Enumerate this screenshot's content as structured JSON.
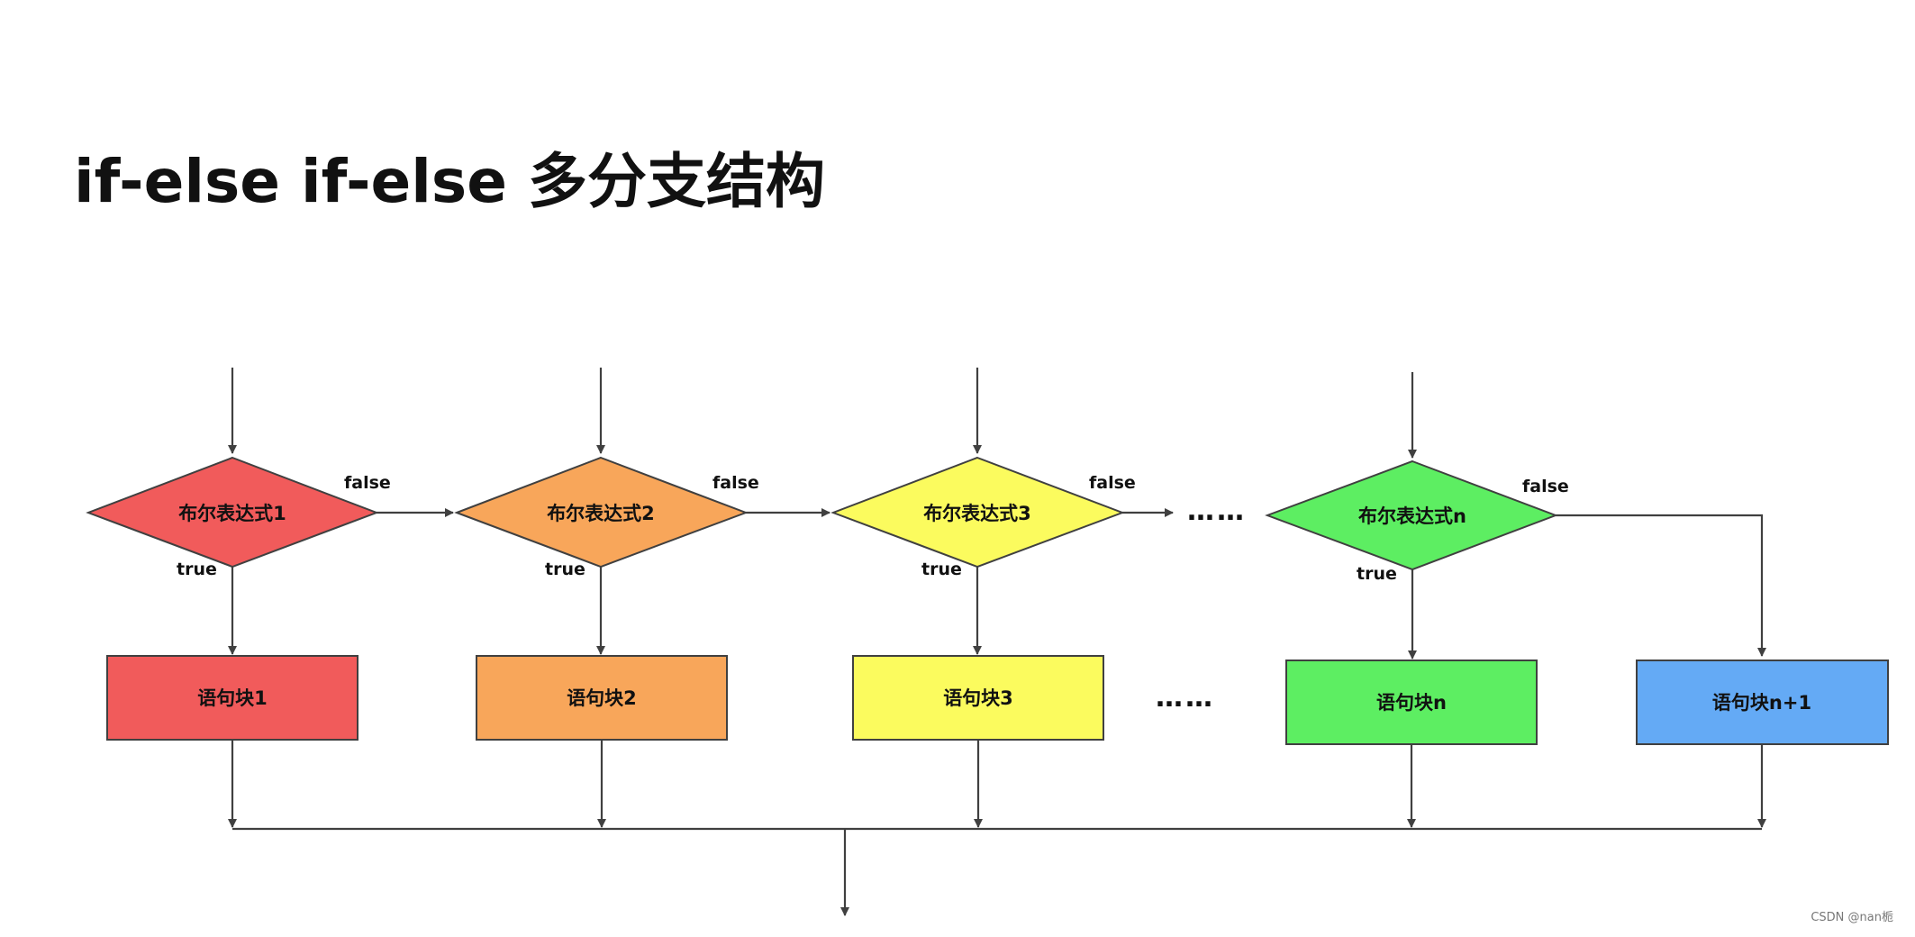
{
  "title": "if-else if-else 多分支结构",
  "watermark": "CSDN @nan栀",
  "flow_labels": {
    "false": "false",
    "true": "true",
    "ellipsis": "……"
  },
  "conditions": [
    {
      "label": "布尔表达式1",
      "color": "#f15b5b"
    },
    {
      "label": "布尔表达式2",
      "color": "#f8a65a"
    },
    {
      "label": "布尔表达式3",
      "color": "#fbfb5e"
    },
    {
      "label": "布尔表达式n",
      "color": "#5dee62"
    }
  ],
  "blocks": [
    {
      "label": "语句块1",
      "color": "#f15b5b"
    },
    {
      "label": "语句块2",
      "color": "#f8a65a"
    },
    {
      "label": "语句块3",
      "color": "#fbfb5e"
    },
    {
      "label": "语句块n",
      "color": "#5dee62"
    },
    {
      "label": "语句块n+1",
      "color": "#64aaf5"
    }
  ]
}
